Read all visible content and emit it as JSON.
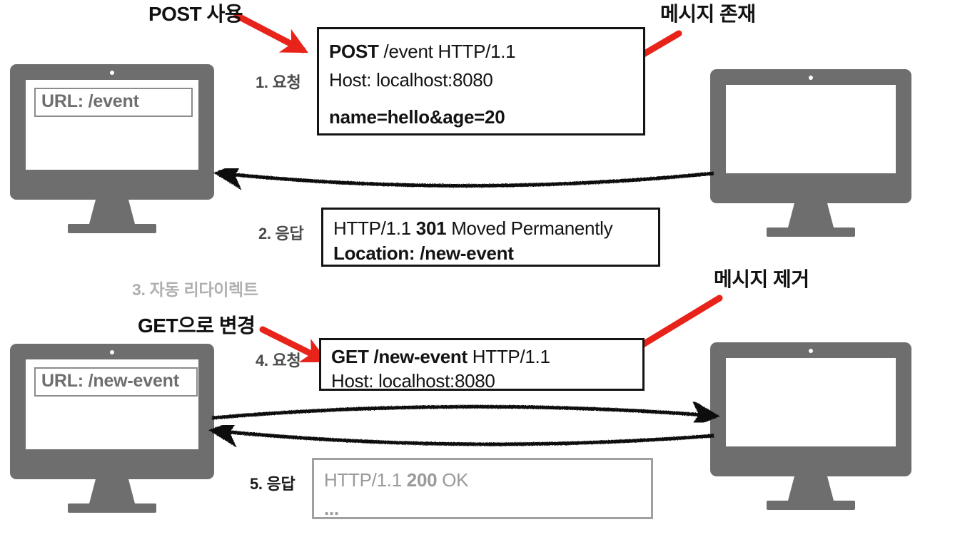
{
  "diagram": {
    "title": "HTTP 301 redirect flow (POST to GET)",
    "colors": {
      "accent_red": "#e8231a",
      "monitor_gray": "#6e6e6e",
      "label_gray": "#4b4b4b",
      "muted_gray": "#b0b0b0",
      "box_black": "#141414"
    }
  },
  "annotations": [
    {
      "id": "post-usage",
      "text": "POST 사용"
    },
    {
      "id": "message-exists",
      "text": "메시지 존재"
    },
    {
      "id": "change-to-get",
      "text": "GET으로 변경"
    },
    {
      "id": "message-removed",
      "text": "메시지 제거"
    }
  ],
  "clients": [
    {
      "id": "client-top",
      "url_label": "URL: /event"
    },
    {
      "id": "client-bottom",
      "url_label": "URL: /new-event"
    }
  ],
  "servers": [
    {
      "id": "server-top"
    },
    {
      "id": "server-bottom"
    }
  ],
  "steps": [
    {
      "id": "step-1",
      "label": "1. 요청",
      "style": "dark"
    },
    {
      "id": "step-2",
      "label": "2. 응답",
      "style": "dark"
    },
    {
      "id": "step-3",
      "label": "3. 자동 리다이렉트",
      "style": "light"
    },
    {
      "id": "step-4",
      "label": "4. 요청",
      "style": "dark"
    },
    {
      "id": "step-5",
      "label": "5. 응답",
      "style": "black"
    }
  ],
  "messages": {
    "request_1": {
      "line1_bold": "POST",
      "line1_rest": " /event HTTP/1.1",
      "line2": "Host: localhost:8080",
      "body": "name=hello&age=20"
    },
    "response_2": {
      "line1_pre": "HTTP/1.1 ",
      "line1_code": "301",
      "line1_post": " Moved Permanently",
      "line2": "Location: /new-event"
    },
    "request_4": {
      "line1_bold": "GET /new-event",
      "line1_rest": " HTTP/1.1",
      "line2": "Host: localhost:8080"
    },
    "response_5": {
      "line1_pre": "HTTP/1.1 ",
      "line1_code": "200",
      "line1_post": " OK",
      "line2": "..."
    }
  }
}
